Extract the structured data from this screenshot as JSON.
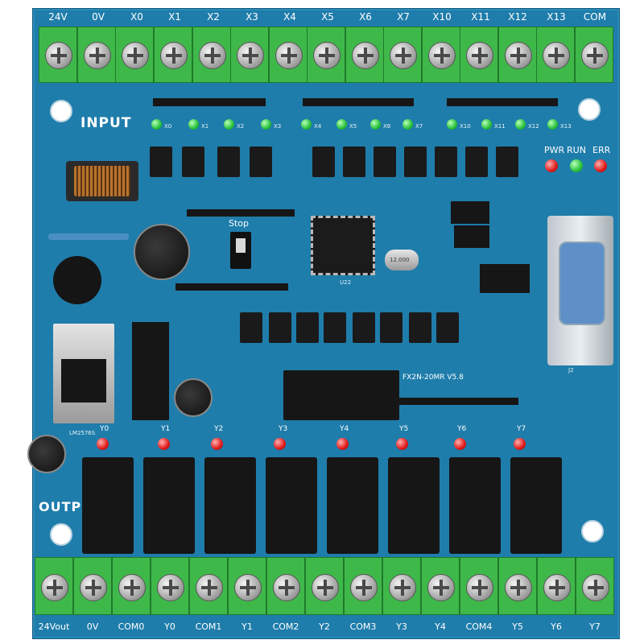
{
  "board": {
    "input_heading": "INPUT",
    "output_heading": "OUTPUT",
    "model": "FX2N-20MR V5.8",
    "stop_switch_label": "Stop",
    "status_leds": [
      "PWR",
      "RUN",
      "ERR"
    ],
    "regulator_label": "LM2576S",
    "mcu_label": "U22",
    "crystal_label": "12.000",
    "connector_label": "J2"
  },
  "top_terminals": [
    "24V",
    "0V",
    "X0",
    "X1",
    "X2",
    "X3",
    "X4",
    "X5",
    "X6",
    "X7",
    "X10",
    "X11",
    "X12",
    "X13",
    "COM"
  ],
  "bottom_terminals": [
    "24Vout",
    "0V",
    "COM0",
    "Y0",
    "COM1",
    "Y1",
    "COM2",
    "Y2",
    "COM3",
    "Y3",
    "Y4",
    "COM4",
    "Y5",
    "Y6",
    "Y7"
  ],
  "input_led_labels": [
    "X0",
    "X1",
    "X2",
    "X3",
    "X4",
    "X5",
    "X6",
    "X7",
    "X10",
    "X11",
    "X12",
    "X13"
  ],
  "output_led_labels": [
    "Y0",
    "Y1",
    "Y2",
    "Y3",
    "Y4",
    "Y5",
    "Y6",
    "Y7"
  ],
  "colors": {
    "pcb": "#1f7dab",
    "terminal_block": "#3fb84a",
    "input_led": "#27c23b",
    "output_led": "#e11818",
    "relay": "#161616"
  }
}
